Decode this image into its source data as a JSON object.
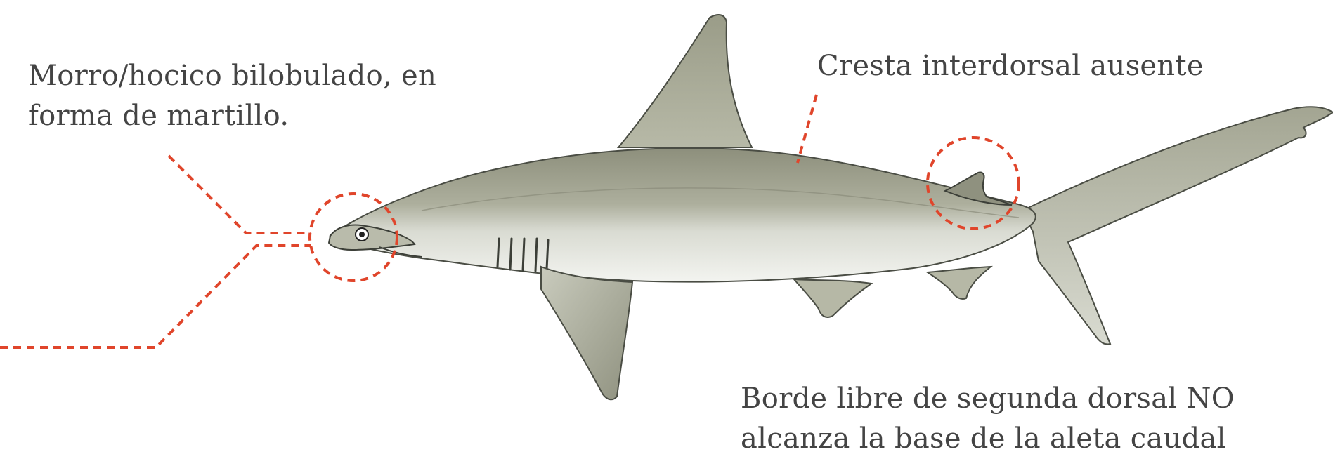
{
  "annotations": {
    "hocico": {
      "line1": "Morro/hocico bilobulado, en",
      "line2": "forma de martillo."
    },
    "cresta": {
      "text": "Cresta interdorsal ausente"
    },
    "borde": {
      "line1": "Borde libre de segunda dorsal NO",
      "line2": "alcanza la base de la aleta caudal"
    }
  },
  "colors": {
    "annotation_line": "#e0452b",
    "text": "#444444",
    "shark_body": "#a9ab99",
    "shark_belly": "#f1f3ee",
    "shark_outline": "#3c3f38"
  }
}
